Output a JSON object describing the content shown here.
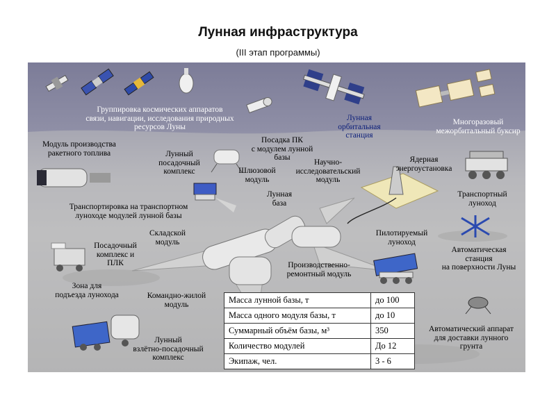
{
  "title": "Лунная инфраструктура",
  "subtitle": "(III этап программы)",
  "labels": {
    "satellites": "Группировка космических аппаратов\nсвязи, навигации, исследования природных\nресурсов Луны",
    "orbital_station": "Лунная\nорбитальная\nстанция",
    "tug": "Многоразовый\nмежорбитальный буксир",
    "fuel_module": "Модуль производства\nракетного топлива",
    "landing_complex": "Лунный\nпосадочный\nкомплекс",
    "pk_landing": "Посадка ПК\nс модулем лунной\nбазы",
    "airlock": "Шлюзовой\nмодуль",
    "science": "Научно-\nисследовательский\nмодуль",
    "reactor": "Ядерная\nэнергоустановка",
    "base": "Лунная\nбаза",
    "transport_rover": "Транспортный\nлуноход",
    "transport_modules": "Транспортировка на транспортном\nлуноходе модулей лунной базы",
    "storage": "Складской\nмодуль",
    "landing_plh": "Посадочный\nкомплекс и\nПЛК",
    "crewed_rover": "Пилотируемый\nлуноход",
    "auto_station": "Автоматическая\nстанция\nна поверхности Луны",
    "production": "Производственно-\nремонтный модуль",
    "rover_zone": "Зона для\nподъезда лунохода",
    "command": "Командно-жилой\nмодуль",
    "auto_delivery": "Автоматический аппарат\nдля доставки лунного\nгрунта",
    "takeoff_complex": "Лунный\nвзлётно-посадочный\nкомплекс"
  },
  "table": [
    {
      "param": "Масса лунной базы, т",
      "value": "до 100"
    },
    {
      "param": "Масса одного модуля базы, т",
      "value": "до 10"
    },
    {
      "param": "Суммарный объём базы, м³",
      "value": "350"
    },
    {
      "param": "Количество модулей",
      "value": "До 12"
    },
    {
      "param": "Экипаж, чел.",
      "value": "3 - 6"
    }
  ]
}
